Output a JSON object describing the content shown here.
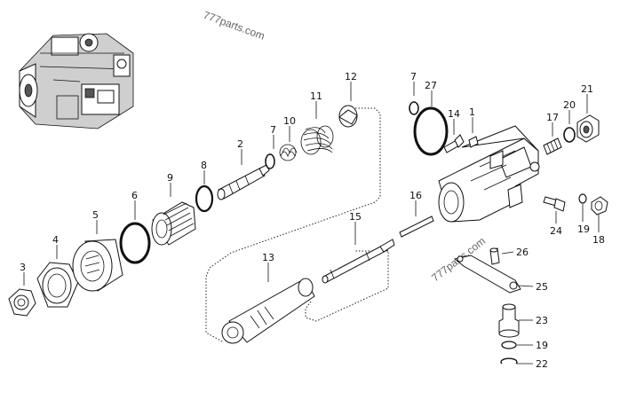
{
  "watermarks": [
    "777parts.com",
    "777parts.com"
  ],
  "callouts": [
    "1",
    "2",
    "3",
    "4",
    "5",
    "6",
    "7",
    "7",
    "8",
    "9",
    "10",
    "11",
    "12",
    "13",
    "14",
    "15",
    "16",
    "17",
    "18",
    "19",
    "19",
    "20",
    "21",
    "22",
    "23",
    "24",
    "25",
    "26",
    "27"
  ]
}
